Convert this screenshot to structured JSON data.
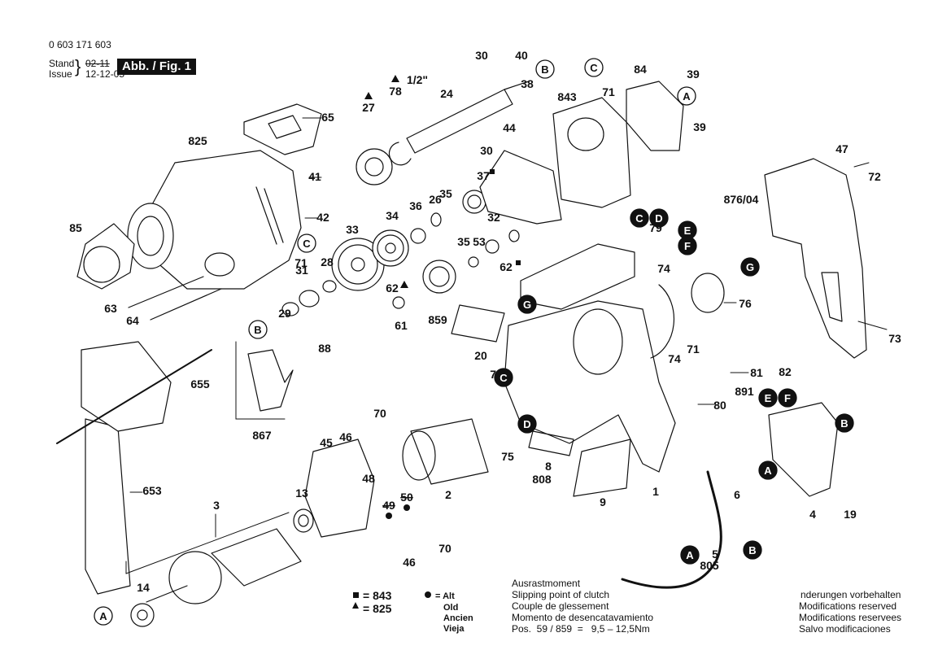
{
  "header": {
    "part_number": "0 603 171 603",
    "stand_label": "Stand",
    "issue_label": "Issue",
    "stand_date_struck": "02-11",
    "issue_date": "12-12-05",
    "figure_badge": "Abb. / Fig. 1"
  },
  "part_labels": [
    {
      "id": "30a",
      "text": "30"
    },
    {
      "id": "40",
      "text": "40"
    },
    {
      "id": "38",
      "text": "38"
    },
    {
      "id": "24",
      "text": "24"
    },
    {
      "id": "half_inch",
      "text": "1/2\""
    },
    {
      "id": "78",
      "text": "78"
    },
    {
      "id": "27",
      "text": "27"
    },
    {
      "id": "65",
      "text": "65"
    },
    {
      "id": "30b",
      "text": "30"
    },
    {
      "id": "44",
      "text": "44"
    },
    {
      "id": "843",
      "text": "843"
    },
    {
      "id": "71a",
      "text": "71"
    },
    {
      "id": "84",
      "text": "84"
    },
    {
      "id": "39a",
      "text": "39"
    },
    {
      "id": "39b",
      "text": "39"
    },
    {
      "id": "825",
      "text": "825"
    },
    {
      "id": "41",
      "text": "41"
    },
    {
      "id": "42",
      "text": "42"
    },
    {
      "id": "37",
      "text": "37"
    },
    {
      "id": "35a",
      "text": "35"
    },
    {
      "id": "26",
      "text": "26"
    },
    {
      "id": "36",
      "text": "36"
    },
    {
      "id": "34",
      "text": "34"
    },
    {
      "id": "33",
      "text": "33"
    },
    {
      "id": "32",
      "text": "32"
    },
    {
      "id": "35b",
      "text": "35"
    },
    {
      "id": "53",
      "text": "53"
    },
    {
      "id": "62a",
      "text": "62"
    },
    {
      "id": "62b",
      "text": "62"
    },
    {
      "id": "61",
      "text": "61"
    },
    {
      "id": "859",
      "text": "859"
    },
    {
      "id": "85",
      "text": "85"
    },
    {
      "id": "71b",
      "text": "71"
    },
    {
      "id": "31",
      "text": "31"
    },
    {
      "id": "28",
      "text": "28"
    },
    {
      "id": "29",
      "text": "29"
    },
    {
      "id": "63",
      "text": "63"
    },
    {
      "id": "64",
      "text": "64"
    },
    {
      "id": "79",
      "text": "79"
    },
    {
      "id": "876_04",
      "text": "876/04"
    },
    {
      "id": "47",
      "text": "47"
    },
    {
      "id": "72",
      "text": "72"
    },
    {
      "id": "74a",
      "text": "74"
    },
    {
      "id": "74b",
      "text": "74"
    },
    {
      "id": "76",
      "text": "76"
    },
    {
      "id": "73",
      "text": "73"
    },
    {
      "id": "20",
      "text": "20"
    },
    {
      "id": "88",
      "text": "88"
    },
    {
      "id": "655",
      "text": "655"
    },
    {
      "id": "867",
      "text": "867"
    },
    {
      "id": "75a",
      "text": "75"
    },
    {
      "id": "75b",
      "text": "75"
    },
    {
      "id": "71c",
      "text": "71"
    },
    {
      "id": "81",
      "text": "81"
    },
    {
      "id": "82",
      "text": "82"
    },
    {
      "id": "891",
      "text": "891"
    },
    {
      "id": "80",
      "text": "80"
    },
    {
      "id": "70a",
      "text": "70"
    },
    {
      "id": "70b",
      "text": "70"
    },
    {
      "id": "46a",
      "text": "46"
    },
    {
      "id": "46b",
      "text": "46"
    },
    {
      "id": "45",
      "text": "45"
    },
    {
      "id": "48",
      "text": "48"
    },
    {
      "id": "49",
      "text": "49"
    },
    {
      "id": "50",
      "text": "50"
    },
    {
      "id": "2",
      "text": "2"
    },
    {
      "id": "8",
      "text": "8"
    },
    {
      "id": "808",
      "text": "808"
    },
    {
      "id": "9",
      "text": "9"
    },
    {
      "id": "1",
      "text": "1"
    },
    {
      "id": "6",
      "text": "6"
    },
    {
      "id": "4",
      "text": "4"
    },
    {
      "id": "19",
      "text": "19"
    },
    {
      "id": "653",
      "text": "653"
    },
    {
      "id": "3",
      "text": "3"
    },
    {
      "id": "13",
      "text": "13"
    },
    {
      "id": "14",
      "text": "14"
    },
    {
      "id": "5",
      "text": "5"
    },
    {
      "id": "805",
      "text": "805"
    }
  ],
  "connector_markers": [
    "A",
    "B",
    "C",
    "D",
    "E",
    "F",
    "G"
  ],
  "legend": {
    "square_eq": "= 843",
    "triangle_eq": "= 825",
    "dot_eq": "= Alt",
    "dot_lines": [
      "Old",
      "Ancien",
      "Vieja"
    ]
  },
  "clutch_note": {
    "lines": [
      "Ausrastmoment",
      "Slipping point of clutch",
      "Couple de glessement",
      "Momento de desencatavamiento"
    ],
    "spec": "Pos.  59 / 859  =   9,5 – 12,5Nm"
  },
  "modifications": {
    "lines": [
      "nderungen vorbehalten",
      "Modifications reserved",
      "Modifications reservees",
      "Salvo modificaciones"
    ]
  }
}
